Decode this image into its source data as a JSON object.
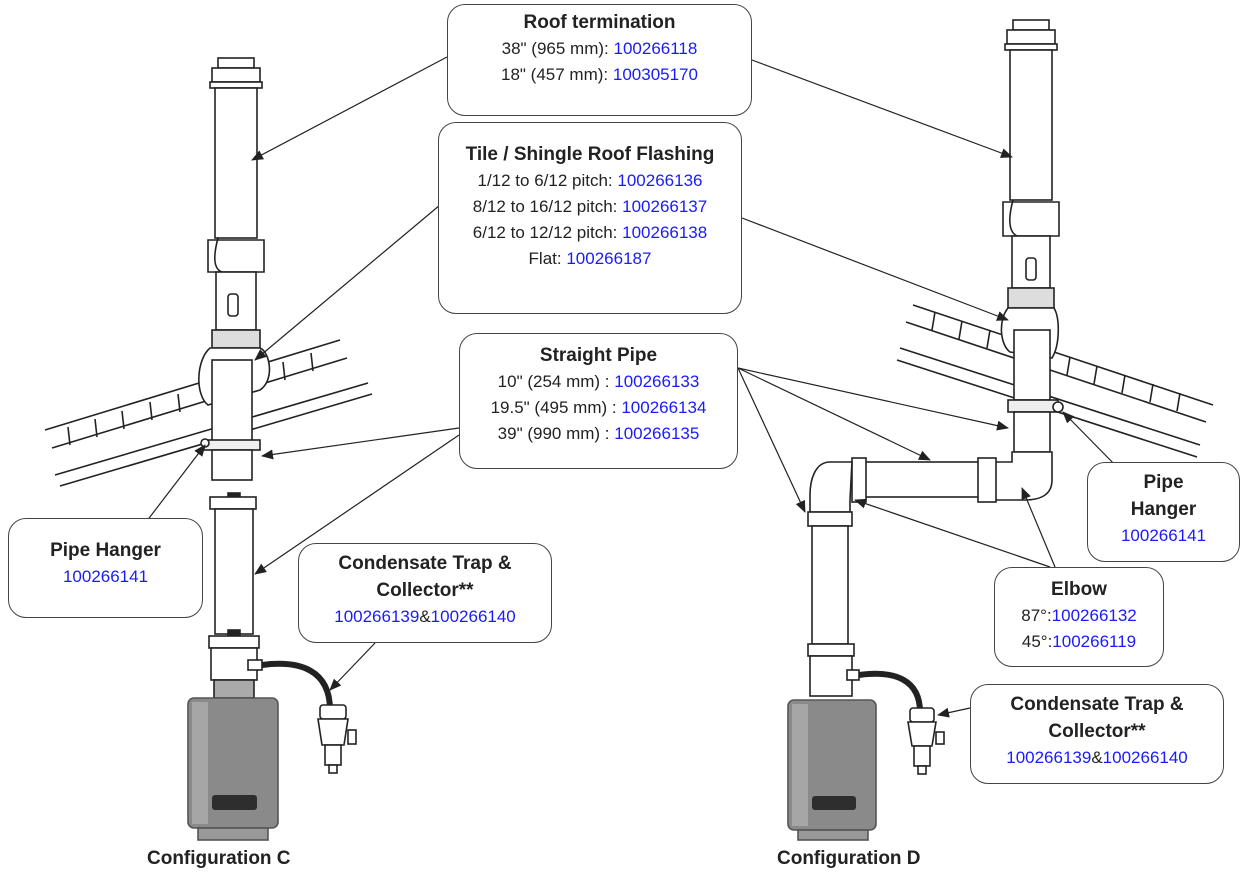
{
  "colors": {
    "link": "#1a1aff",
    "text": "#222222",
    "outline": "#333333",
    "heater": "#8a8a8a"
  },
  "roof_termination": {
    "title": "Roof termination",
    "rows": [
      {
        "label": "38\" (965 mm): ",
        "code": "100266118"
      },
      {
        "label": "18\" (457 mm): ",
        "code": "100305170"
      }
    ]
  },
  "roof_flashing": {
    "title": "Tile / Shingle Roof Flashing",
    "rows": [
      {
        "label": "1/12 to 6/12 pitch: ",
        "code": "100266136"
      },
      {
        "label": "8/12 to 16/12 pitch: ",
        "code": "100266137"
      },
      {
        "label": "6/12 to 12/12 pitch: ",
        "code": "100266138"
      },
      {
        "label": "Flat: ",
        "code": "100266187"
      }
    ]
  },
  "straight_pipe": {
    "title": "Straight Pipe",
    "rows": [
      {
        "label": "10\" (254 mm) : ",
        "code": "100266133"
      },
      {
        "label": "19.5\" (495 mm) : ",
        "code": "100266134"
      },
      {
        "label": "39\" (990 mm) : ",
        "code": "100266135"
      }
    ]
  },
  "pipe_hanger_c": {
    "title": "Pipe Hanger",
    "code": "100266141"
  },
  "condensate_c": {
    "title_line1": "Condensate Trap &",
    "title_line2": "Collector**",
    "code1": "100266139",
    "sep": "&",
    "code2": "100266140"
  },
  "pipe_hanger_d": {
    "title_line1": "Pipe",
    "title_line2": "Hanger",
    "code": "100266141"
  },
  "elbow": {
    "title": "Elbow",
    "rows": [
      {
        "label": "87°:",
        "code": "100266132"
      },
      {
        "label": "45°:",
        "code": "100266119"
      }
    ]
  },
  "condensate_d": {
    "title_line1": "Condensate Trap &",
    "title_line2": "Collector**",
    "code1": "100266139",
    "sep": "&",
    "code2": "100266140"
  },
  "captions": {
    "c": "Configuration C",
    "d": "Configuration D"
  }
}
